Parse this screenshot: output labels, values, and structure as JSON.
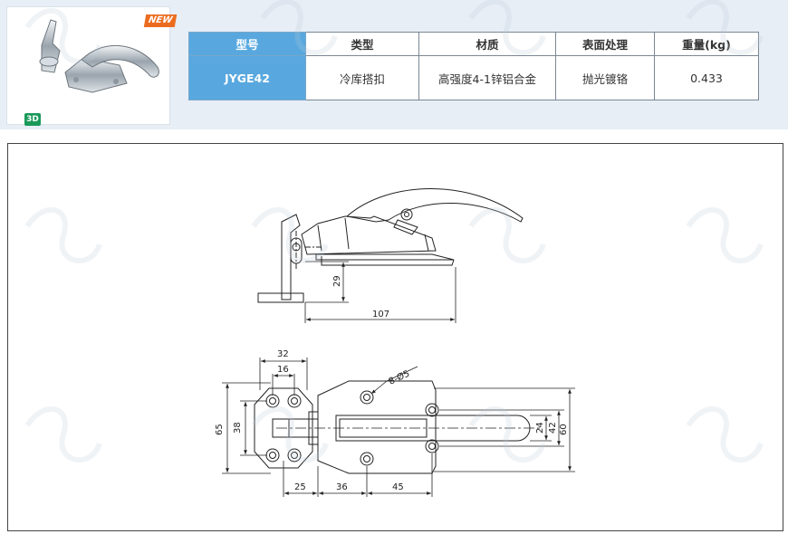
{
  "badges": {
    "new": "NEW",
    "three_d": "3D"
  },
  "table": {
    "headers": [
      "型号",
      "类型",
      "材质",
      "表面处理",
      "重量(kg)"
    ],
    "row": [
      "JYGE42",
      "冷库搭扣",
      "高强度4-1锌铝合金",
      "抛光镀铬",
      "0.433"
    ]
  },
  "dimensions": {
    "height_29": "29",
    "length_107": "107",
    "width_32": "32",
    "width_16": "16",
    "height_65": "65",
    "height_38": "38",
    "holes": "8-Ø5",
    "height_24": "24",
    "height_42": "42",
    "height_60": "60",
    "length_25": "25",
    "length_36": "36",
    "length_45": "45"
  },
  "colors": {
    "band": "#e7eef6",
    "model_cell": "#58a8df",
    "new_badge": "#ec6c1f",
    "badge_3d": "#1a9a5a"
  }
}
